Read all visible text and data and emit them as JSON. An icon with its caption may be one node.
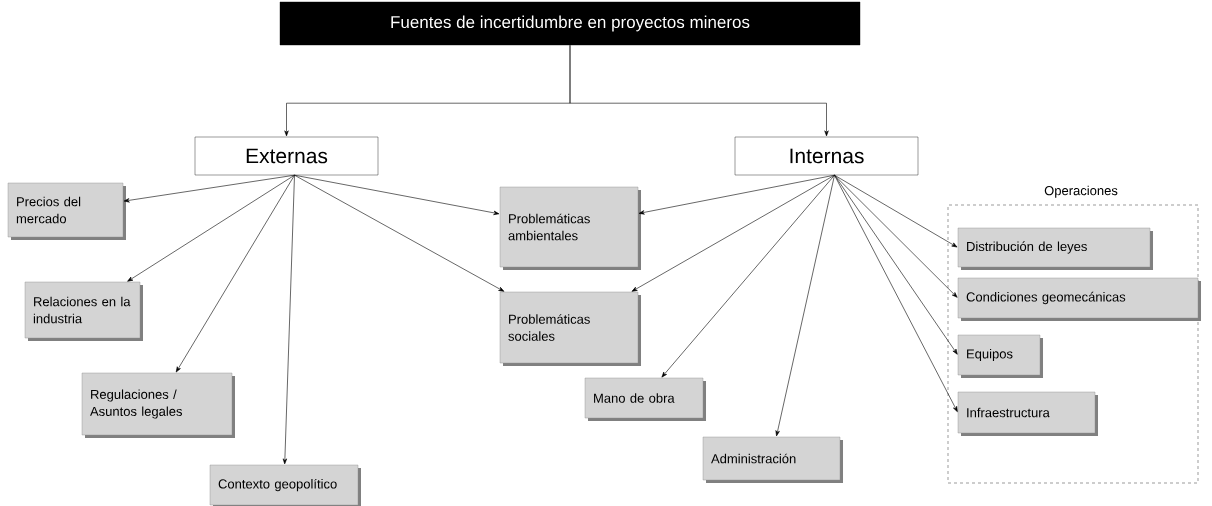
{
  "diagram": {
    "nodes": [
      {
        "text": [
          "Fuentes de incertidumbre en proyectos mineros"
        ]
      },
      {
        "text": [
          "Externas"
        ]
      },
      {
        "text": [
          "Internas"
        ]
      },
      {
        "text": [
          "Precios del mercado"
        ]
      },
      {
        "text": [
          "Relaciones en la industria"
        ]
      },
      {
        "text": [
          "Regulaciones / Asuntos legales"
        ]
      },
      {
        "text": [
          "Contexto geopolítico"
        ]
      },
      {
        "text": [
          "Problemáticas ambientales"
        ]
      },
      {
        "text": [
          "Problemáticas sociales"
        ]
      },
      {
        "text": [
          "Mano de obra"
        ]
      },
      {
        "text": [
          "Administración"
        ]
      },
      {
        "text": [
          "Operaciones"
        ]
      },
      {
        "text": [
          "Distribución de leyes"
        ],
        "in": 11
      },
      {
        "text": [
          "Condiciones geomecánicas"
        ],
        "in": 11
      },
      {
        "text": [
          "Equipos"
        ],
        "in": 11
      },
      {
        "text": [
          "Infraestructura"
        ],
        "in": 11
      }
    ],
    "edges": [
      {
        "from": 0,
        "to": 1,
        "arrow": "to"
      },
      {
        "from": 0,
        "to": 2,
        "arrow": "to"
      },
      {
        "from": 1,
        "to": 3,
        "arrow": "to"
      },
      {
        "from": 1,
        "to": 4,
        "arrow": "to"
      },
      {
        "from": 1,
        "to": 5,
        "arrow": "to"
      },
      {
        "from": 1,
        "to": 6,
        "arrow": "to"
      },
      {
        "from": 1,
        "to": 7,
        "arrow": "to"
      },
      {
        "from": 1,
        "to": 8,
        "arrow": "to"
      },
      {
        "from": 2,
        "to": 7,
        "arrow": "to"
      },
      {
        "from": 2,
        "to": 8,
        "arrow": "to"
      },
      {
        "from": 2,
        "to": 9,
        "arrow": "to"
      },
      {
        "from": 2,
        "to": 10,
        "arrow": "to"
      },
      {
        "from": 2,
        "to": 12,
        "arrow": "to"
      },
      {
        "from": 2,
        "to": 13,
        "arrow": "to"
      },
      {
        "from": 2,
        "to": 14,
        "arrow": "to"
      },
      {
        "from": 2,
        "to": 15,
        "arrow": "to"
      }
    ]
  }
}
